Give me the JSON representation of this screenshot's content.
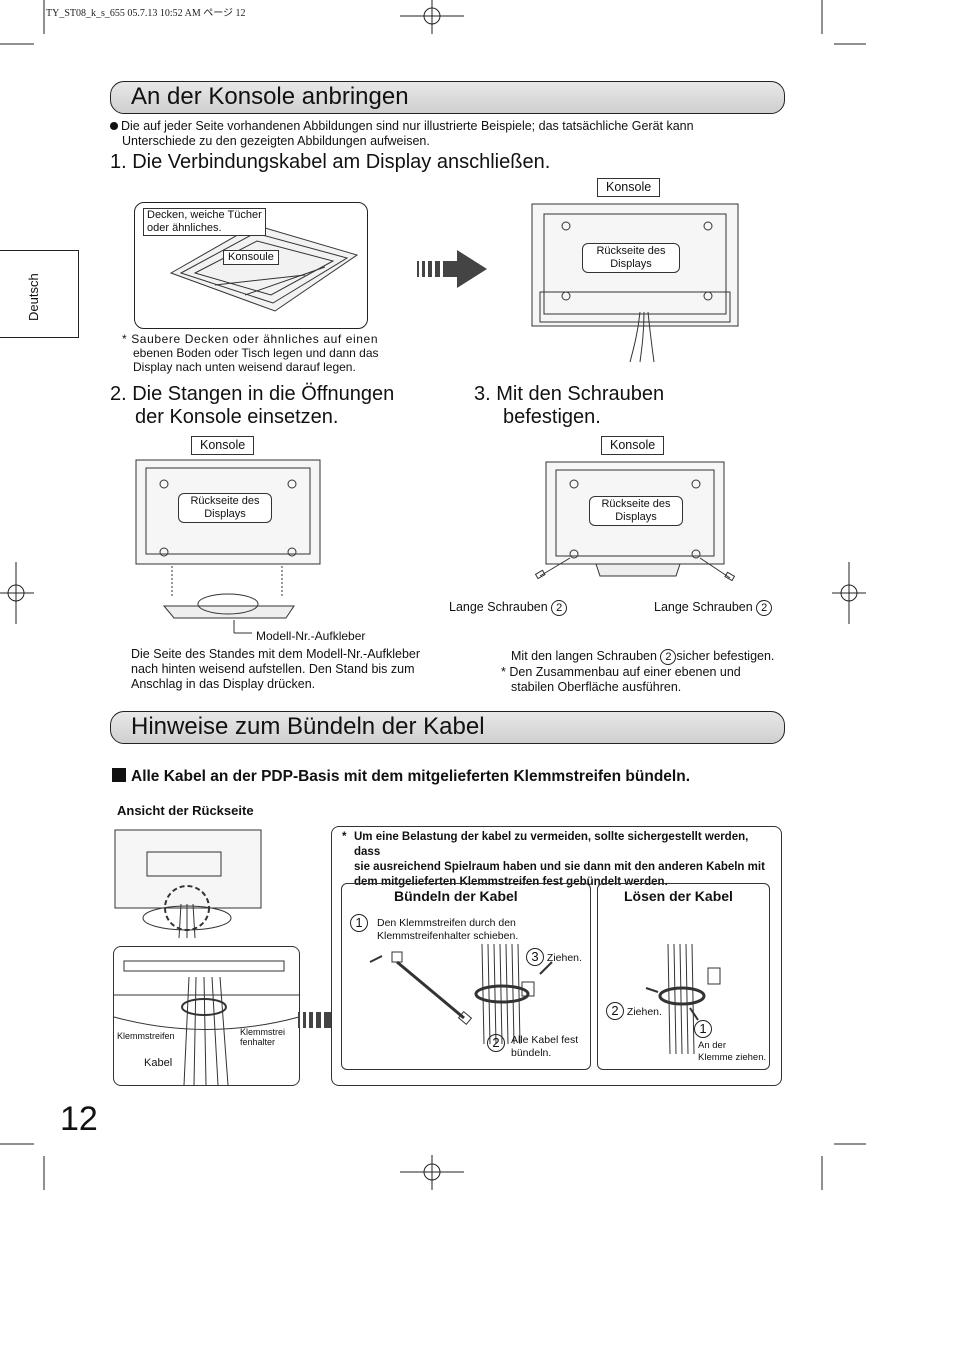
{
  "header": {
    "file_line": "TY_ST08_k_s_655  05.7.13 10:52 AM    ページ 12"
  },
  "side_tab": {
    "label": "Deutsch"
  },
  "page_number": "12",
  "section1": {
    "title": "An der Konsole anbringen",
    "bullet": "Die auf jeder Seite vorhandenen Abbildungen sind nur illustrierte Beispiele; das tatsächliche Gerät kann",
    "bullet_cont": "Unterschiede zu den gezeigten Abbildungen aufweisen.",
    "step1": {
      "heading": "1. Die Verbindungskabel am Display anschließen.",
      "label_cloth_1": "Decken, weiche Tücher",
      "label_cloth_2": "oder ähnliches.",
      "label_konsoule": "Konsoule",
      "label_konsole": "Konsole",
      "label_rear_1": "Rückseite des",
      "label_rear_2": "Displays",
      "note_1": "*  Saubere Decken oder ähnliches auf einen",
      "note_2": "ebenen Boden oder Tisch legen und dann das",
      "note_3": "Display nach unten weisend darauf legen."
    },
    "step2": {
      "heading_1": "2. Die Stangen in die Öffnungen",
      "heading_2": "der Konsole einsetzen.",
      "label_konsole": "Konsole",
      "label_rear_1": "Rückseite des",
      "label_rear_2": "Displays",
      "label_model": "Modell-Nr.-Aufkleber",
      "text_1": "Die Seite des Standes mit dem Modell-Nr.-Aufkleber",
      "text_2": "nach hinten weisend aufstellen. Den Stand bis zum",
      "text_3": "Anschlag in das Display drücken."
    },
    "step3": {
      "heading_1": "3. Mit den Schrauben",
      "heading_2": "befestigen.",
      "label_konsole": "Konsole",
      "label_rear_1": "Rückseite des",
      "label_rear_2": "Displays",
      "screw_left": "Lange Schrauben",
      "screw_right": "Lange Schrauben",
      "screw_num": "2",
      "text_1a": "Mit den langen Schrauben",
      "text_1b": "sicher befestigen.",
      "text_2": "* Den Zusammenbau auf einer ebenen und",
      "text_3": "stabilen Oberfläche ausführen."
    }
  },
  "section2": {
    "title": "Hinweise zum Bündeln der Kabel",
    "bold_heading": "Alle Kabel an der PDP-Basis mit dem mitgelieferten Klemmstreifen bündeln.",
    "rear_view": "Ansicht der Rückseite",
    "label_klemmstreifen": "Klemmstreifen",
    "label_halter_1": "Klemmstrei",
    "label_halter_2": "fenhalter",
    "label_kabel": "Kabel",
    "note_1": "Um eine Belastung der kabel zu vermeiden, sollte sichergestellt werden, dass",
    "note_2": "sie ausreichend Spielraum haben und sie dann mit den anderen Kabeln mit",
    "note_3": "dem mitgelieferten Klemmstreifen fest gebündelt werden.",
    "bundle": {
      "title": "Bündeln der Kabel",
      "s1_1": "Den Klemmstreifen durch den",
      "s1_2": "Klemmstreifenhalter schieben.",
      "s3": "Ziehen.",
      "s2_1": "Alle Kabel fest",
      "s2_2": "bündeln."
    },
    "release": {
      "title": "Lösen der Kabel",
      "s2": "Ziehen.",
      "s1_1": "An der",
      "s1_2": "Klemme ziehen."
    }
  }
}
